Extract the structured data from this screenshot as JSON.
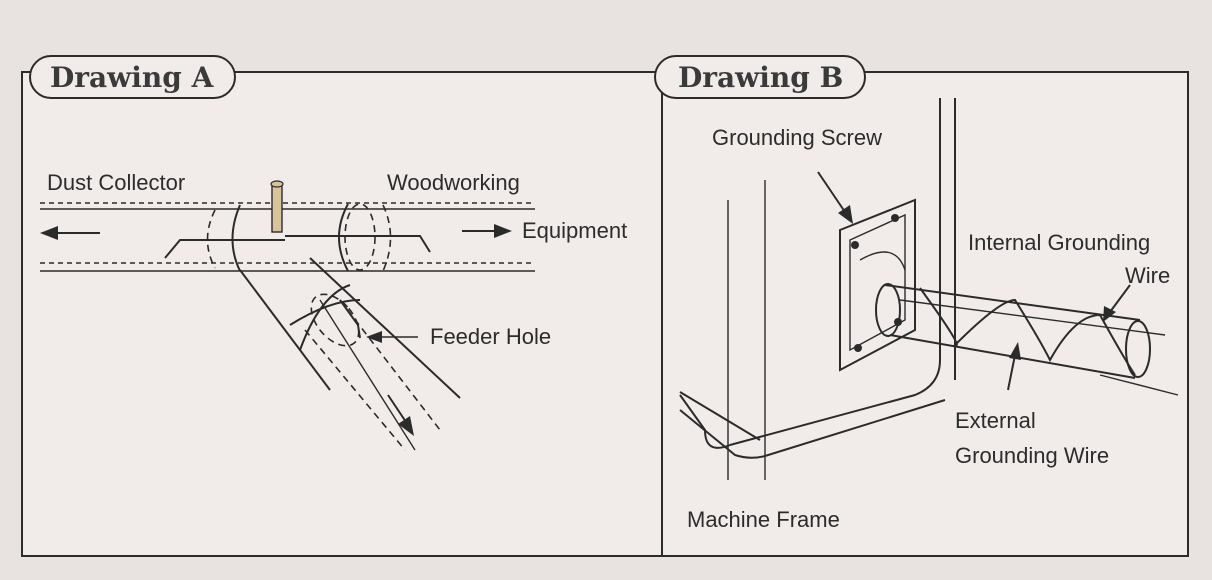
{
  "colors": {
    "background": "#e8e2e0",
    "ink": "#2b2b2b",
    "card": "#f1ecea"
  },
  "drawing_a": {
    "title": "Drawing A",
    "labels": {
      "dust_collector": "Dust Collector",
      "woodworking": "Woodworking",
      "equipment": "Equipment",
      "feeder_hole": "Feeder Hole"
    }
  },
  "drawing_b": {
    "title": "Drawing B",
    "labels": {
      "grounding_screw": "Grounding Screw",
      "internal_grounding_1": "Internal Grounding",
      "internal_grounding_2": "Wire",
      "external_1": "External",
      "external_2": "Grounding Wire",
      "machine_frame": "Machine Frame"
    }
  }
}
